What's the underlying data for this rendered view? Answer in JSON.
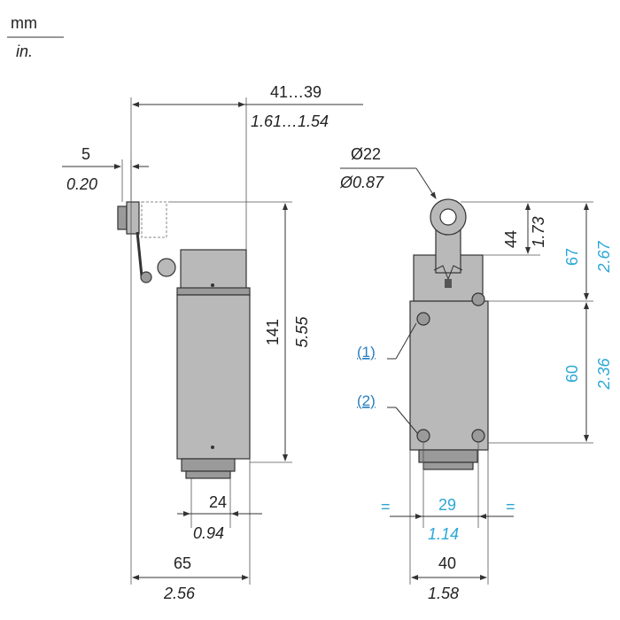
{
  "units": {
    "top": "mm",
    "bottom": "in."
  },
  "side_view": {
    "width_top": {
      "mm": "41…39",
      "in": "1.61…1.54"
    },
    "lever_offset": {
      "mm": "5",
      "in": "0.20"
    },
    "height": {
      "mm": "141",
      "in": "5.55"
    },
    "base_width": {
      "mm": "24",
      "in": "0.94"
    },
    "overall_width": {
      "mm": "65",
      "in": "2.56"
    }
  },
  "front_view": {
    "roller_dia": {
      "mm": "Ø22",
      "in": "Ø0.87"
    },
    "head_height": {
      "mm": "44",
      "in": "1.73"
    },
    "top_height": {
      "mm": "67",
      "in": "2.67"
    },
    "body_height": {
      "mm": "60",
      "in": "2.36"
    },
    "hole_spacing": {
      "mm": "29",
      "in": "1.14",
      "eq": "="
    },
    "body_width": {
      "mm": "40",
      "in": "1.58"
    },
    "callout_1": "(1)",
    "callout_2": "(2)"
  },
  "colors": {
    "accent": "#2aa7d6",
    "body": "#b9b9b9",
    "callout": "#2a7fc0"
  }
}
